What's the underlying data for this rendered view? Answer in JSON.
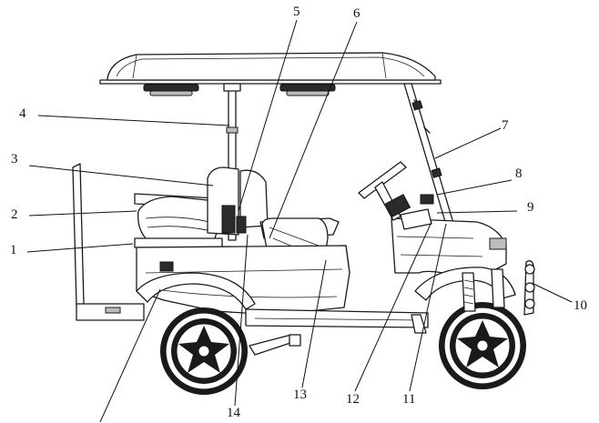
{
  "diagram": {
    "subject": "golf-cart-side-view",
    "callouts": [
      {
        "id": "1",
        "label": "1"
      },
      {
        "id": "2",
        "label": "2"
      },
      {
        "id": "3",
        "label": "3"
      },
      {
        "id": "4",
        "label": "4"
      },
      {
        "id": "5",
        "label": "5"
      },
      {
        "id": "6",
        "label": "6"
      },
      {
        "id": "7",
        "label": "7"
      },
      {
        "id": "8",
        "label": "8"
      },
      {
        "id": "9",
        "label": "9"
      },
      {
        "id": "10",
        "label": "10"
      },
      {
        "id": "11",
        "label": "11"
      },
      {
        "id": "12",
        "label": "12"
      },
      {
        "id": "13",
        "label": "13"
      },
      {
        "id": "14",
        "label": "14"
      }
    ],
    "colors": {
      "line": "#1a1a1a",
      "background": "#ffffff",
      "shade": "#bdbdbd"
    }
  }
}
